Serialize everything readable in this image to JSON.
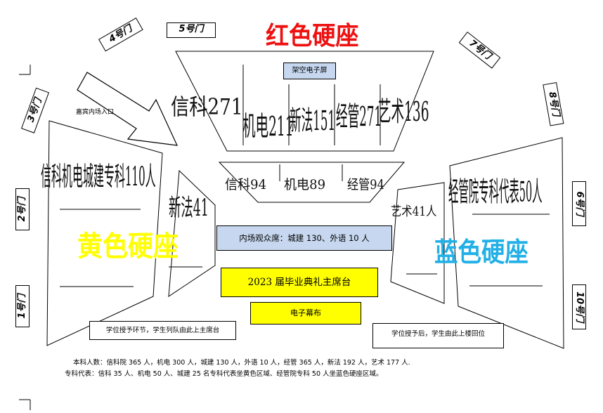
{
  "doors": {
    "door1": "1号门",
    "door2": "2号门",
    "door3": "3号门",
    "door4": "4号门",
    "door5": "5号门",
    "door6": "6号门",
    "door7": "7号门",
    "door8": "8号门",
    "door10": "10号门"
  },
  "zones": {
    "red": {
      "label": "红色硬座",
      "color": "#ee1111"
    },
    "yellow": {
      "label": "黄色硬座",
      "color": "#ffff00"
    },
    "blue": {
      "label": "蓝色硬座",
      "color": "#22b0e6"
    }
  },
  "screens": {
    "overhead": "架空电子屏",
    "curtain": "电子幕布"
  },
  "entrance": "嘉宾内场入口",
  "top_sections": {
    "xinke": "信科271",
    "jidian": "机电211",
    "xinfa": "新法151",
    "jingguan": "经管271",
    "yishu": "艺术136"
  },
  "middle_sections": {
    "xinke": "信科94",
    "jidian": "机电89",
    "jingguan": "经管94"
  },
  "left_block": "信科机电城建专科110人",
  "left_small": "新法41",
  "right_block": "经管院专科代表50人",
  "right_small": "艺术41人",
  "inner_audience": "内场观众席：城建 130、外语 10 人",
  "stage_label": "2023 届毕业典礼主席台",
  "left_note": "学位授予环节，学生列队由此上主席台",
  "right_note": "学位授予后，学生由此上楼回位",
  "footer": {
    "line1": "本科人数：信科院 365 人，机电 300 人，城建 130 人，外语 10 人，经管 365 人，新法 192 人，艺术 177 人.",
    "line2": "专科代表：信科 35 人、机电 50 人、城建 25 名专科代表坐黄色区域、经管院专科 50 人坐蓝色硬座区域。"
  }
}
